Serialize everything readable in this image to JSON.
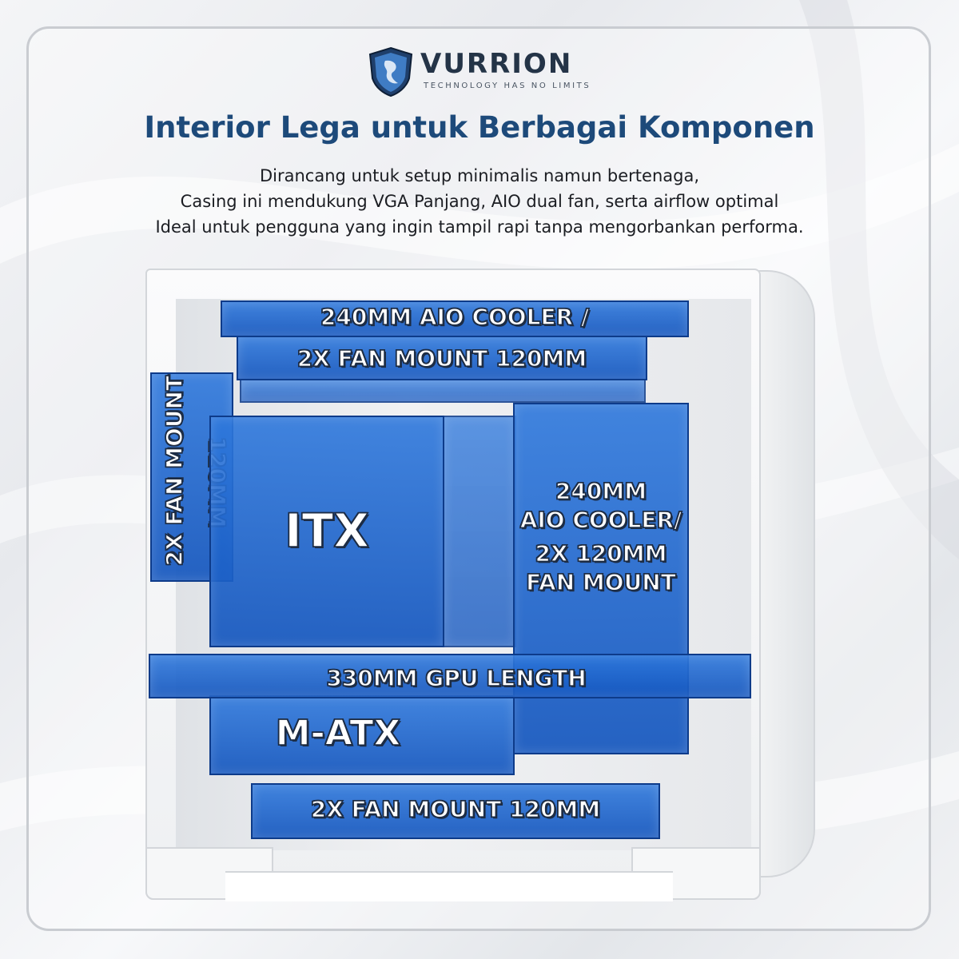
{
  "brand": {
    "name": "VURRION",
    "tagline": "TECHNOLOGY HAS NO LIMITS",
    "icon": "dragon-shield-logo"
  },
  "headline": "Interior Lega untuk Berbagai Komponen",
  "description": [
    "Dirancang untuk setup minimalis namun bertenaga,",
    "Casing ini mendukung VGA Panjang, AIO dual fan, serta airflow optimal",
    "Ideal untuk pengguna yang ingin tampil rapi tanpa mengorbankan performa."
  ],
  "zones": {
    "top_line1": "240MM AIO COOLER /",
    "top_line2": "2X FAN MOUNT 120MM",
    "side_line1": "2X FAN MOUNT",
    "side_line2": "120MM",
    "motherboard_itx": "ITX",
    "front_line1": "240MM",
    "front_line2": "AIO COOLER/",
    "front_line3": "2X 120MM",
    "front_line4": "FAN MOUNT",
    "gpu": "330MM GPU LENGTH",
    "motherboard_matx": "M-ATX",
    "bottom": "2X FAN MOUNT 120MM"
  },
  "colors": {
    "zone_blue": "#1f6fd6",
    "headline": "#1d4a7a",
    "frame": "#c9ccd1"
  }
}
